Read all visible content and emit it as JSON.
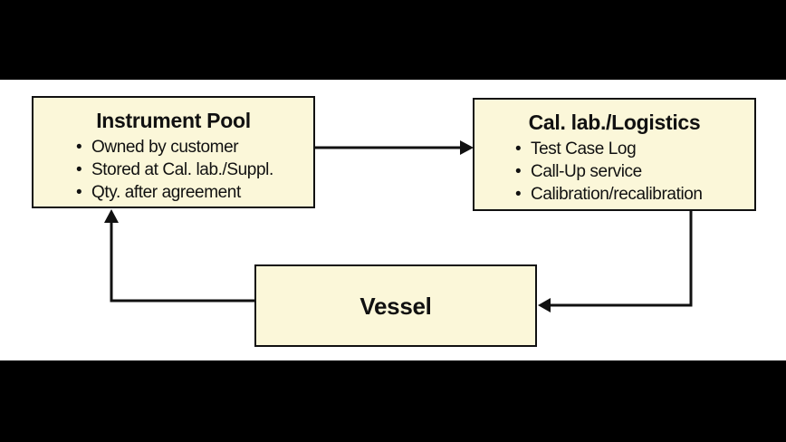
{
  "diagram": {
    "boxes": {
      "instrument_pool": {
        "title": "Instrument Pool",
        "bullets": [
          "Owned by customer",
          "Stored at Cal. lab./Suppl.",
          "Qty. after agreement"
        ]
      },
      "cal_lab": {
        "title": "Cal. lab./Logistics",
        "bullets": [
          "Test Case Log",
          "Call-Up service",
          "Calibration/recalibration"
        ]
      },
      "vessel": {
        "title": "Vessel"
      }
    },
    "edges": [
      {
        "from": "Instrument Pool",
        "to": "Cal. lab./Logistics"
      },
      {
        "from": "Cal. lab./Logistics",
        "to": "Vessel"
      },
      {
        "from": "Vessel",
        "to": "Instrument Pool"
      }
    ],
    "colors": {
      "box_fill": "#fbf7d9",
      "box_border": "#111111",
      "arrow": "#111111",
      "text": "#111111",
      "stage_bg": "#ffffff",
      "letterbox": "#000000"
    }
  }
}
